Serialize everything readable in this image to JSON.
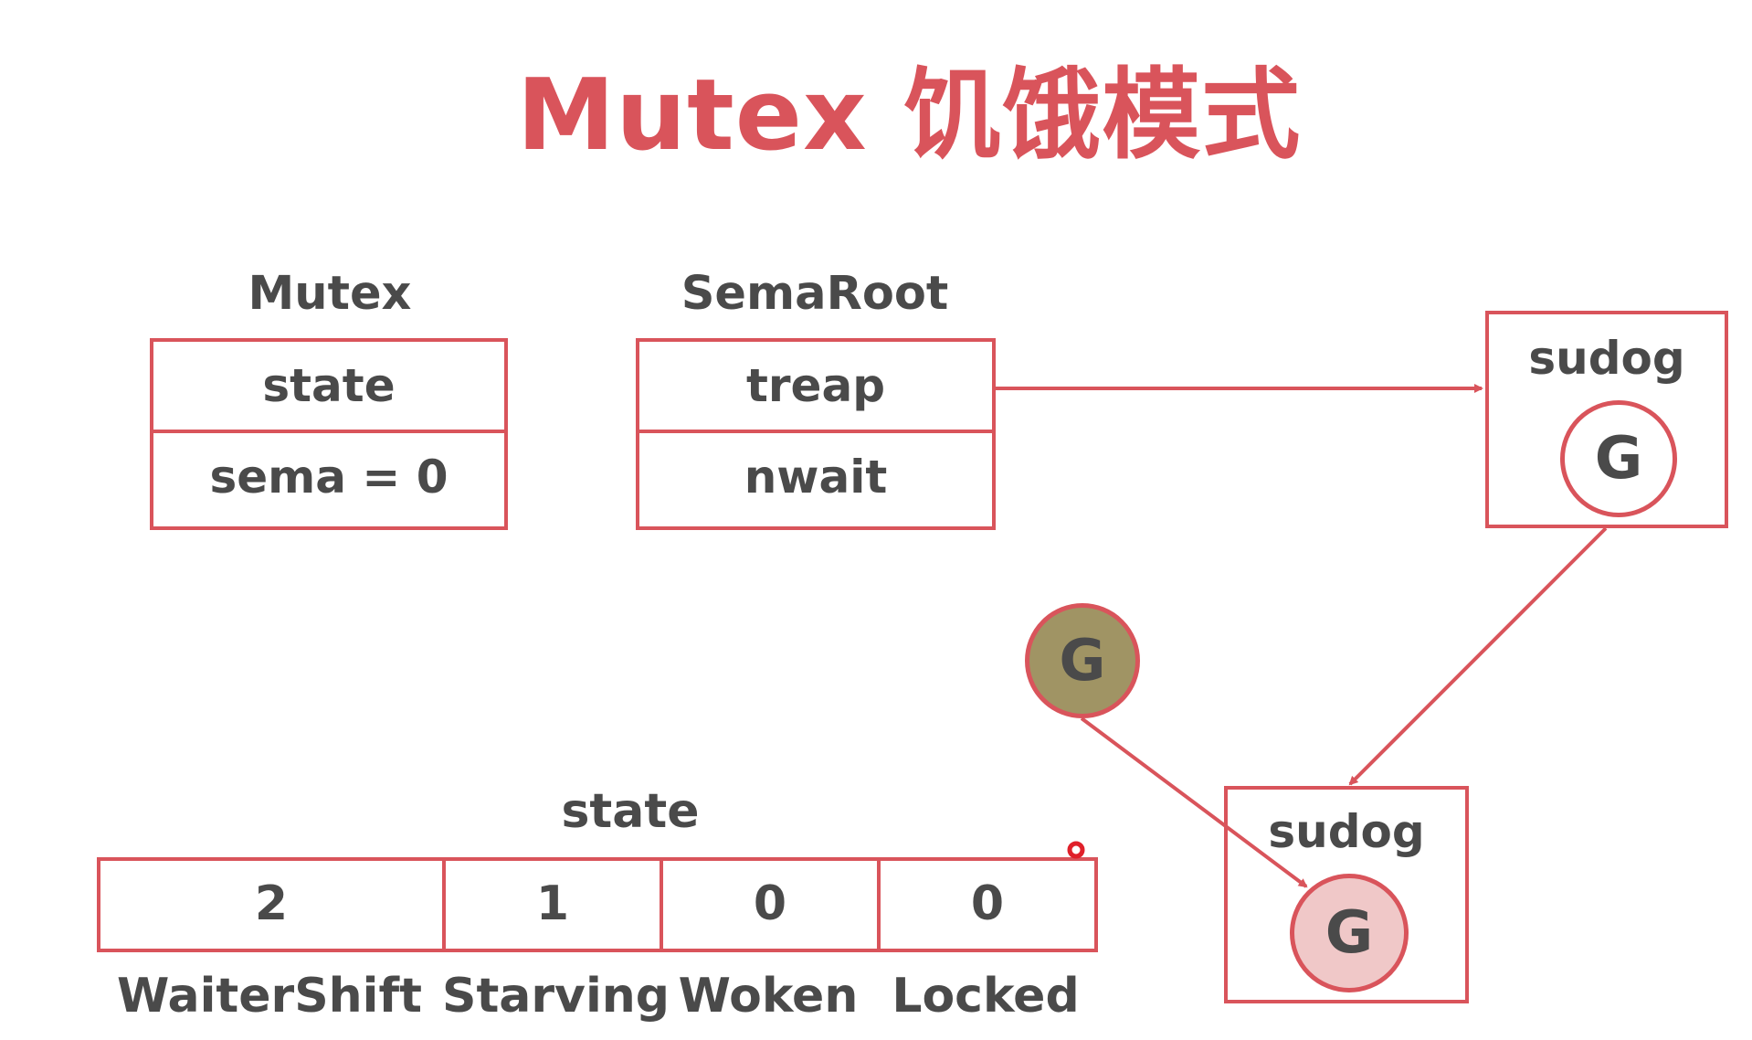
{
  "title": "Mutex 饥饿模式",
  "mutex": {
    "title": "Mutex",
    "fields": [
      "state",
      "sema = 0"
    ]
  },
  "semaroot": {
    "title": "SemaRoot",
    "fields": [
      "treap",
      "nwait"
    ]
  },
  "sudog_top": {
    "title": "sudog",
    "g_label": "G"
  },
  "sudog_bottom": {
    "title": "sudog",
    "g_label": "G"
  },
  "free_g": {
    "label": "G"
  },
  "state_bits": {
    "title": "state",
    "values": [
      "2",
      "1",
      "0",
      "0"
    ],
    "names": [
      "WaiterShift",
      "Starving",
      "Woken",
      "Locked"
    ]
  },
  "colors": {
    "accent": "#d9545b",
    "text": "#4a4a4a",
    "free_g_fill": "#a09464",
    "waiting_g_fill": "#f0c8c8"
  }
}
